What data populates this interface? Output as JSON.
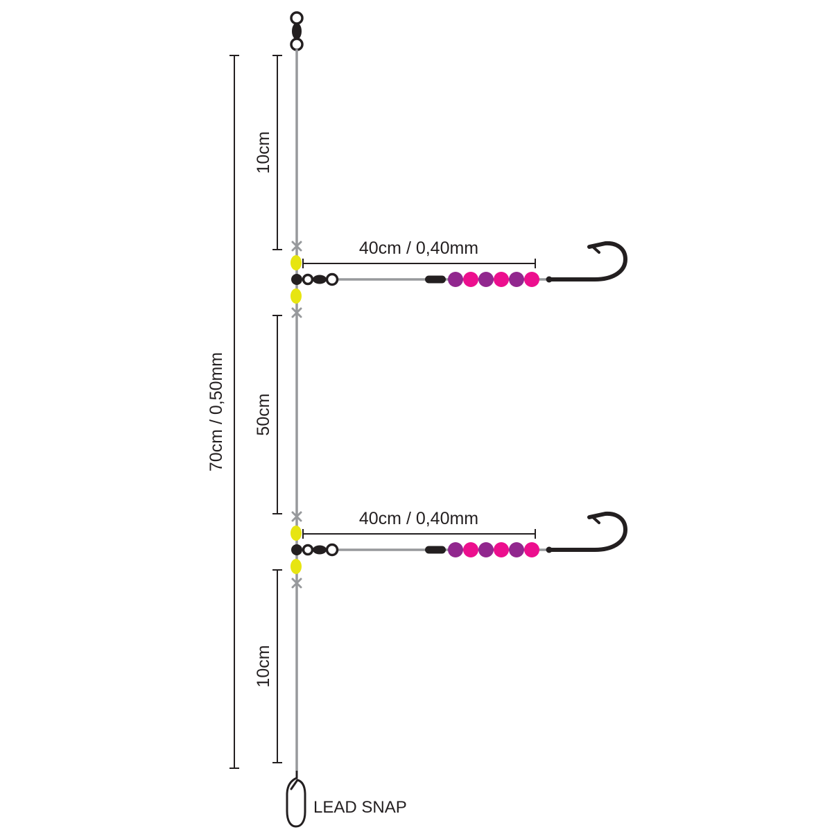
{
  "diagram": {
    "labels": {
      "main_line_length": "70cm / 0,50mm",
      "top_section_length": "10cm",
      "middle_section_length": "50cm",
      "bottom_section_length": "10cm",
      "dropper_top_length": "40cm / 0,40mm",
      "dropper_bottom_length": "40cm / 0,40mm",
      "lead_snap": "LEAD SNAP"
    },
    "colors": {
      "gray": "#97999c",
      "ink": "#231f20",
      "yellow": "#e7e511",
      "magenta": "#ec0f8e",
      "purple": "#91278e"
    },
    "beads": {
      "dropper_sequence": [
        "purple",
        "magenta",
        "purple",
        "magenta",
        "purple",
        "magenta"
      ],
      "mainline_beads_per_dropper": [
        "yellow",
        "yellow"
      ]
    },
    "components": {
      "top": "rolling-swivel",
      "dropper_attachment": "bead-and-swivel",
      "dropper_end": "long-shank-hook",
      "stops": "crimped-stop-x",
      "bottom": "lead-snap-clip"
    }
  }
}
